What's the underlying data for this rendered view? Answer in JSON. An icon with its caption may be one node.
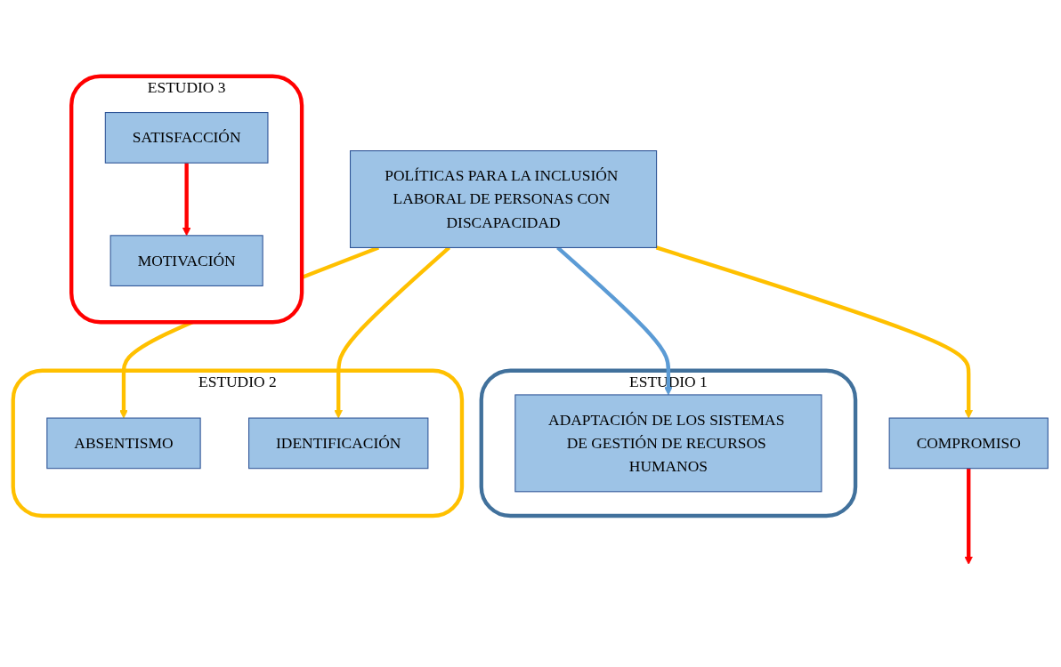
{
  "diagram": {
    "nodes": [
      {
        "text": [
          "ESTUDIO 1"
        ]
      },
      {
        "text": [
          "POLÍTICAS PARA LA INCLUSIÓN LABORAL DE PERSONAS CON DISCAPACIDAD"
        ]
      },
      {
        "text": [
          "ADAPTACIÓN DE LOS SISTEMAS DE GESTIÓN DE RECURSOS HUMANOS"
        ],
        "in": 0
      },
      {
        "text": [
          "ESTUDIO 2"
        ]
      },
      {
        "text": [
          "ABSENTISMO"
        ],
        "in": 3
      },
      {
        "text": [
          "IDENTIFICACIÓN"
        ],
        "in": 3
      },
      {
        "text": [
          "COMPROMISO"
        ]
      },
      {
        "text": [
          "ESTUDIO 3"
        ]
      },
      {
        "text": [
          "SATISFACCIÓN"
        ],
        "in": 7
      },
      {
        "text": [
          "MOTIVACIÓN"
        ],
        "in": 7
      }
    ],
    "edges": [
      {
        "from": 1,
        "to": 2,
        "arrow": "to",
        "color": "#5b9bd5"
      },
      {
        "from": 1,
        "to": 4,
        "arrow": "to"
      },
      {
        "from": 1,
        "to": 5,
        "arrow": "to"
      },
      {
        "from": 1,
        "to": 6,
        "arrow": "to"
      },
      {
        "from": 6,
        "to": null,
        "arrow": "to",
        "color": "#ff0000"
      },
      {
        "from": 8,
        "to": 9,
        "arrow": "to",
        "color": "#ff0000"
      }
    ]
  }
}
